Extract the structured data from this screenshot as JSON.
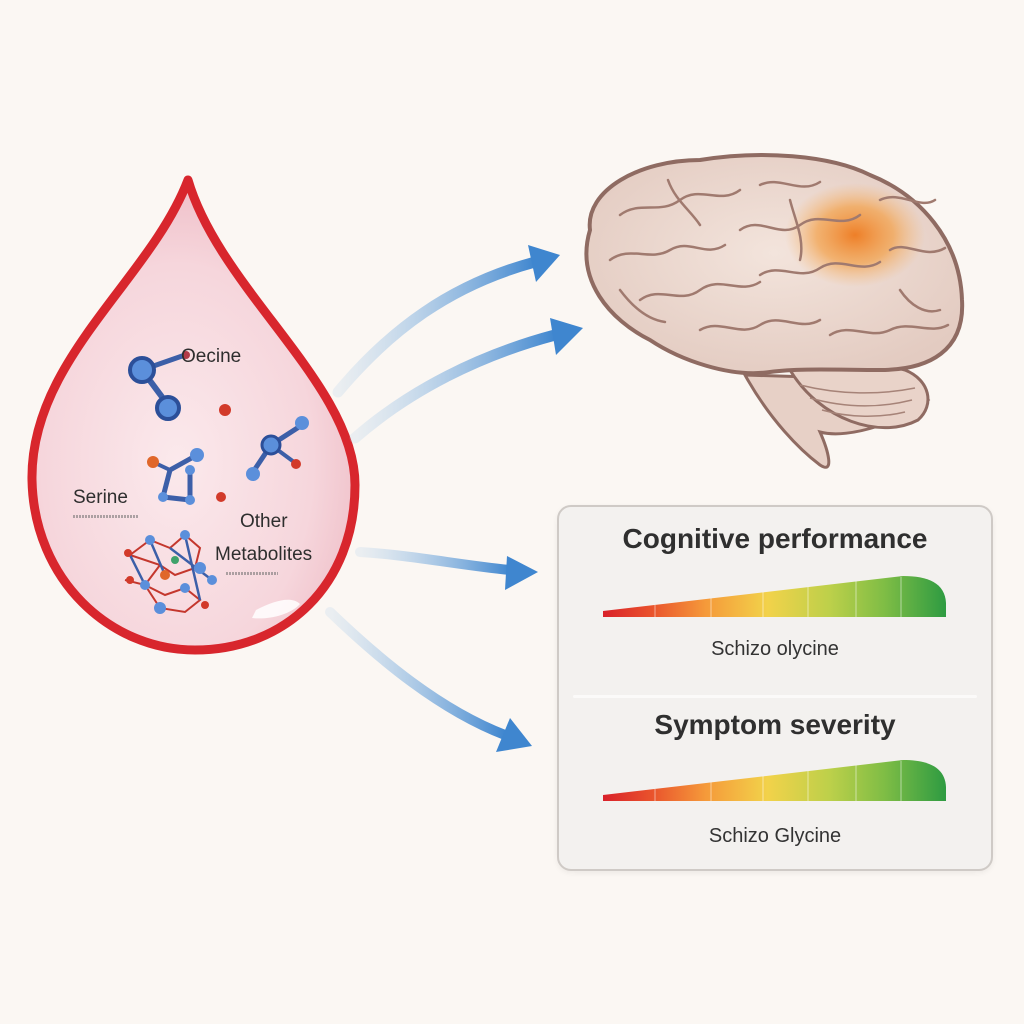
{
  "drop": {
    "molecule_labels": [
      "Oecine",
      "Serine",
      "Other",
      "Metabolites"
    ]
  },
  "panels": [
    {
      "title": "Cognitive performance",
      "caption": "Schizo olycine"
    },
    {
      "title": "Symptom severity",
      "caption": "Schizo Glycine"
    }
  ],
  "colors": {
    "blood_red": "#d8262d",
    "arrow_blue": "#4a8fd1",
    "gradient_stops": [
      "#e02a2a",
      "#f2772e",
      "#f6a93b",
      "#f1d64a",
      "#b9cf47",
      "#7fbd45",
      "#2f9e44"
    ],
    "brain_highlight": "#f0892a"
  }
}
